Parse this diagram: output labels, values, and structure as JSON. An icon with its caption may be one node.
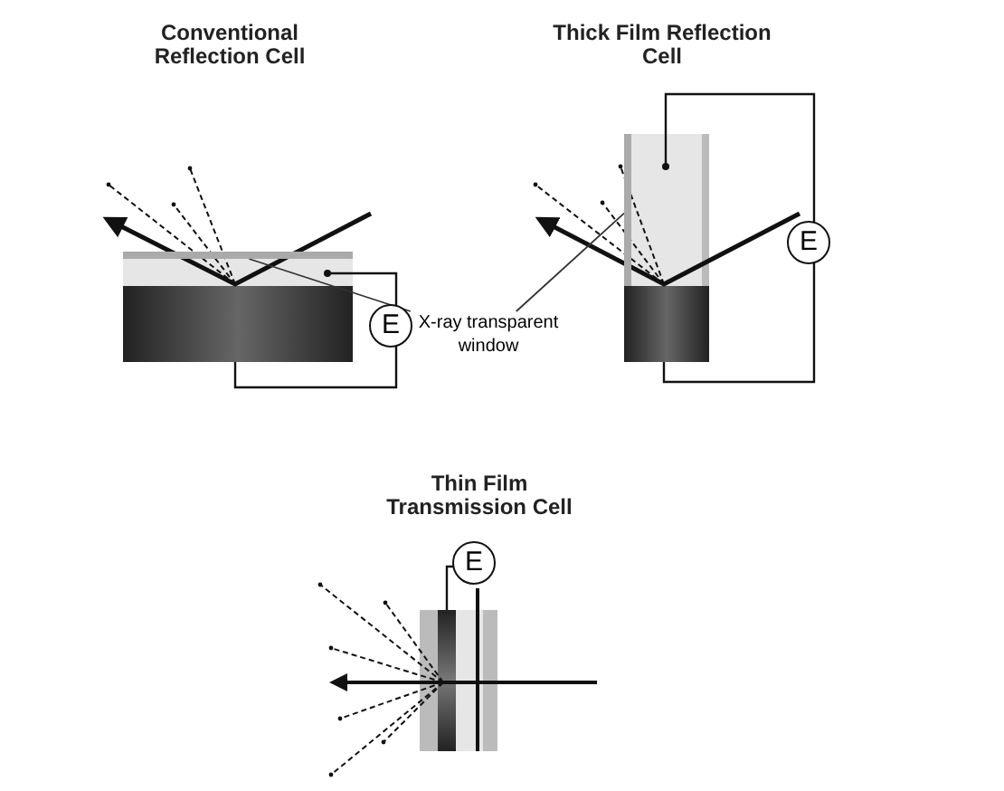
{
  "diagram": {
    "nodes": [
      {
        "text": [
          "X-ray transparent window"
        ]
      },
      {
        "text": [],
        "shape": "bar"
      },
      {
        "text": [],
        "shape": "bar"
      }
    ],
    "edges": [
      {
        "from": 0,
        "to": 1,
        "arrow": "none"
      },
      {
        "from": 0,
        "to": 2,
        "arrow": "none"
      }
    ],
    "labels": [
      "Conventional Reflection Cell",
      "Thick Film Reflection Cell",
      "E",
      "E",
      "Thin Film Transmission Cell",
      "E"
    ]
  }
}
